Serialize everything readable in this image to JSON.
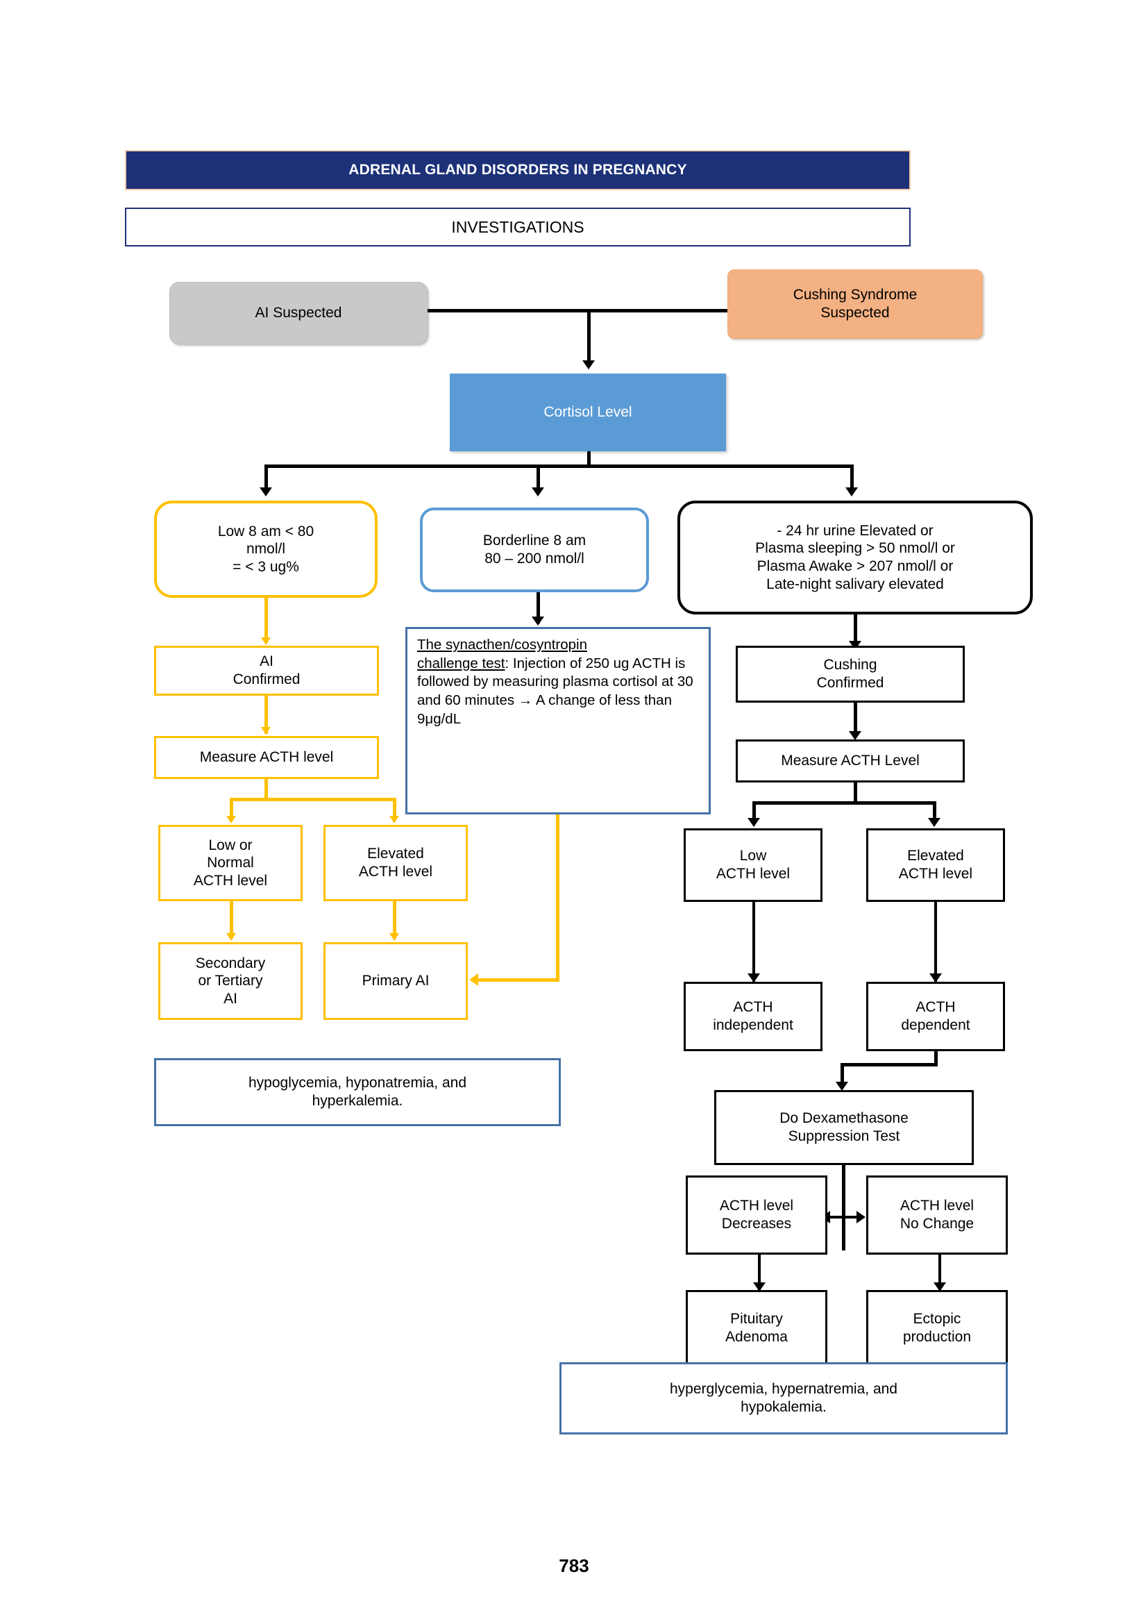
{
  "header": {
    "banner_title": "ADRENAL GLAND DISORDERS IN PREGNANCY",
    "section_title": "INVESTIGATIONS",
    "banner_bg": "#1c3178",
    "banner_border": "#f8cbad",
    "section_border": "#1c3178"
  },
  "nodes": {
    "ai_suspected": "AI Suspected",
    "cushing_suspected": "Cushing Syndrome\nSuspected",
    "cortisol_level": "Cortisol Level",
    "low_8am": "Low 8 am < 80\nnmol/l\n= < 3 ug%",
    "borderline_8am": "Borderline 8 am\n80 – 200 nmol/l",
    "urine_elevated": "- 24 hr urine Elevated or\nPlasma sleeping > 50 nmol/l or\nPlasma Awake > 207 nmol/l or\nLate-night salivary elevated",
    "ai_confirmed": "AI\nConfirmed",
    "measure_acth_level_left": "Measure ACTH level",
    "low_or_normal_acth": "Low or\nNormal\nACTH level",
    "elevated_acth_left": "Elevated\nACTH level",
    "secondary_tertiary_ai": "Secondary\nor Tertiary\nAI",
    "primary_ai": "Primary AI",
    "cushing_confirmed": "Cushing\nConfirmed",
    "measure_acth_level_right": "Measure ACTH Level",
    "low_acth_right": "Low\nACTH level",
    "elevated_acth_right": "Elevated\nACTH level",
    "acth_independent": "ACTH\nindependent",
    "acth_dependent": "ACTH\ndependent",
    "dexamethasone_test": "Do Dexamethasone\nSuppression Test",
    "acth_decreases": "ACTH level\nDecreases",
    "acth_no_change": "ACTH level\nNo Change",
    "pituitary_adenoma": "Pituitary\nAdenoma",
    "ectopic_production": "Ectopic\nproduction",
    "note_left": "hypoglycemia, hyponatremia,  and\nhyperkalemia.",
    "note_right": "hyperglycemia, hypernatremia,  and\nhypokalemia."
  },
  "synacthen": {
    "title": "The synacthen/cosyntropin challenge  test",
    "title_line1": "The synacthen/cosyntropin",
    "title_line2": "challenge  test",
    "body": ": Injection  of 250 ug ACTH  is followed by measuring plasma cortisol at 30 and 60 minutes → A change of less than 9μg/dL"
  },
  "footer": {
    "page_number": "783"
  },
  "colors": {
    "yellow": "#ffc000",
    "blue_fill": "#5b9bd5",
    "blue_border": "#4472a8",
    "salmon": "#f4b183",
    "gray": "#c9c9c9",
    "black": "#000000",
    "navy": "#1c3178"
  }
}
